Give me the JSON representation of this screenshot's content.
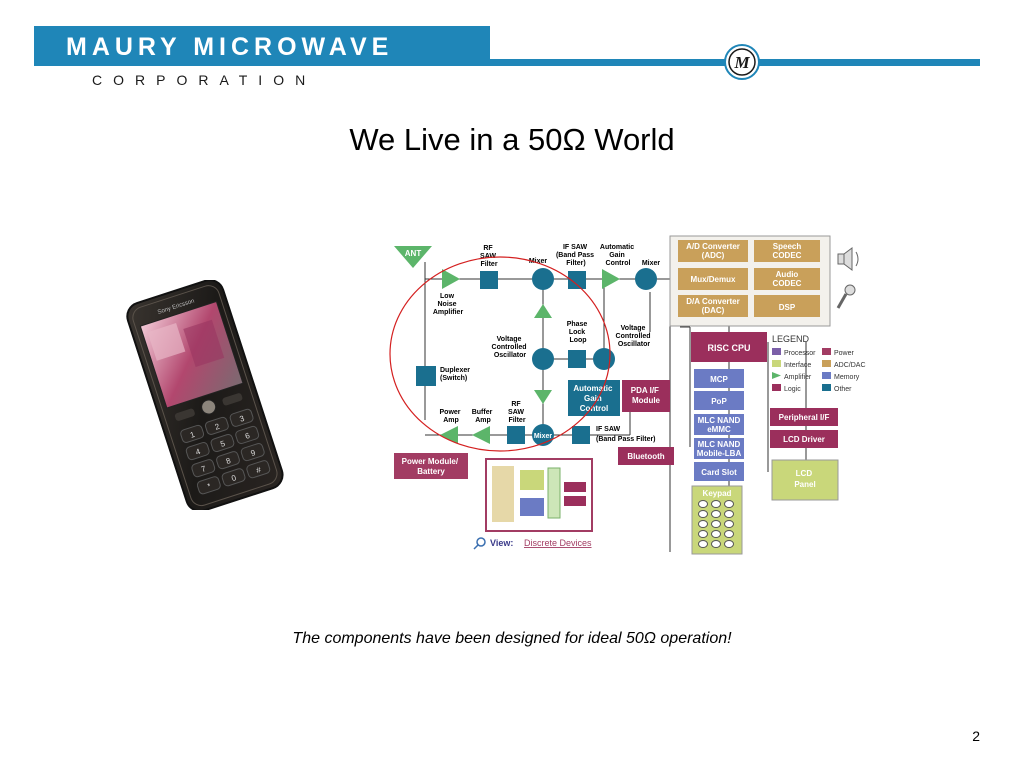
{
  "header": {
    "company_name": "MAURY MICROWAVE",
    "company_sub": "CORPORATION",
    "logo_letter": "M",
    "brand_color": "#1f86b8"
  },
  "slide": {
    "title": "We Live in a 50Ω World",
    "caption": "The components have been designed for ideal 50Ω operation!",
    "page_number": "2"
  },
  "phone": {
    "brand_text": "Sony Ericsson",
    "keys": [
      "1",
      "2",
      "3",
      "4",
      "5",
      "6",
      "7",
      "8",
      "9",
      "*",
      "0",
      "#"
    ]
  },
  "diagram": {
    "rf_labels": {
      "ant": "ANT",
      "rf_saw_filter": [
        "RF",
        "SAW",
        "Filter"
      ],
      "mixer_top": "Mixer",
      "if_saw_bandpass": [
        "IF SAW",
        "(Band Pass",
        "Filter)"
      ],
      "agc_top": [
        "Automatic",
        "Gain",
        "Control"
      ],
      "mixer_right": "Mixer",
      "lna": [
        "Low",
        "Noise",
        "Amplifier"
      ],
      "pll": [
        "Phase",
        "Lock",
        "Loop"
      ],
      "vco_left": [
        "Voltage",
        "Controlled",
        "Oscillator"
      ],
      "vco_right": [
        "Voltage",
        "Controlled",
        "Oscillator"
      ],
      "duplexer": [
        "Duplexer",
        "(Switch)"
      ],
      "power_amp": [
        "Power",
        "Amp"
      ],
      "buffer_amp": [
        "Buffer",
        "Amp"
      ],
      "rf_saw_bottom": [
        "RF",
        "SAW",
        "Filter"
      ],
      "mixer_bottom": "Mixer",
      "agc_box": [
        "Automatic",
        "Gain",
        "Control"
      ],
      "if_saw_bottom": [
        "IF SAW",
        "(Band Pass Filter)"
      ]
    },
    "adc_block": {
      "ad": [
        "A/D Converter",
        "(ADC)"
      ],
      "speech": [
        "Speech",
        "CODEC"
      ],
      "muxdemux": "Mux/Demux",
      "audio": [
        "Audio",
        "CODEC"
      ],
      "da": [
        "D/A Converter",
        "(DAC)"
      ],
      "dsp": "DSP"
    },
    "blocks": {
      "risc": "RISC CPU",
      "mcp": "MCP",
      "pop": "PoP",
      "mlc_emmc": [
        "MLC NAND",
        "eMMC"
      ],
      "mlc_lba": [
        "MLC NAND",
        "Mobile-LBA"
      ],
      "card_slot": "Card Slot",
      "keypad": "Keypad",
      "pda": [
        "PDA I/F",
        "Module"
      ],
      "bluetooth": "Bluetooth",
      "power_module": [
        "Power Module/",
        "Battery"
      ],
      "peripheral": "Peripheral I/F",
      "lcd_driver": "LCD Driver",
      "lcd_panel": [
        "LCD",
        "Panel"
      ]
    },
    "legend": {
      "title": "LEGEND",
      "items": [
        {
          "label": "Processor",
          "color": "#7b5fa8"
        },
        {
          "label": "Power",
          "color": "#a23c63"
        },
        {
          "label": "Interface",
          "color": "#c9d77a"
        },
        {
          "label": "ADC/DAC",
          "color": "#c9a05a"
        },
        {
          "label": "Amplifier",
          "color": "#5cb56a"
        },
        {
          "label": "Memory",
          "color": "#6b7bc4"
        },
        {
          "label": "Logic",
          "color": "#9b2f5c"
        },
        {
          "label": "Other",
          "color": "#1a6f8f"
        }
      ]
    },
    "view_link": {
      "label": "View:",
      "text": "Discrete Devices"
    }
  }
}
